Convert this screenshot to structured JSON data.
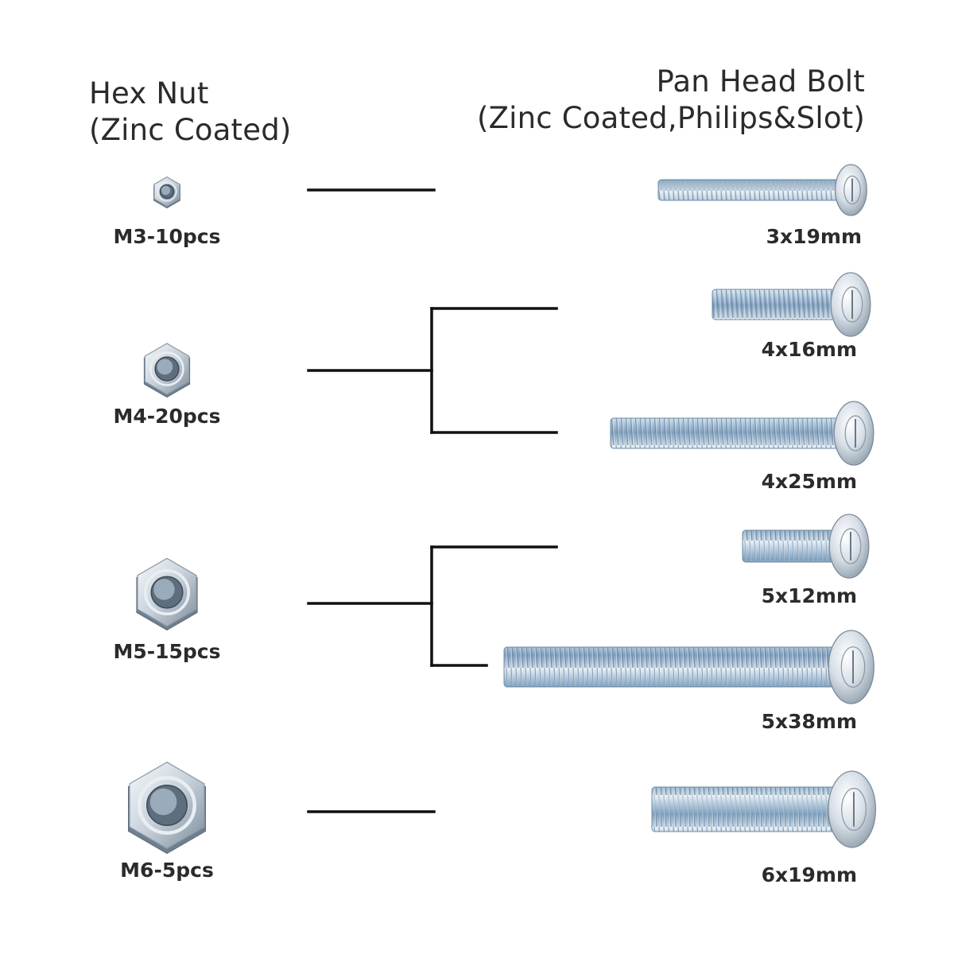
{
  "header": {
    "nut_title_line1": "Hex Nut",
    "nut_title_line2": "(Zinc Coated)",
    "bolt_title_line1": "Pan Head Bolt",
    "bolt_title_line2": "(Zinc Coated,Philips&Slot)"
  },
  "nuts": [
    {
      "label": "M3-10pcs"
    },
    {
      "label": "M4-20pcs"
    },
    {
      "label": "M5-15pcs"
    },
    {
      "label": "M6-5pcs"
    }
  ],
  "bolts": [
    {
      "label": "3x19mm"
    },
    {
      "label": "4x16mm"
    },
    {
      "label": "4x25mm"
    },
    {
      "label": "5x12mm"
    },
    {
      "label": "5x38mm"
    },
    {
      "label": "6x19mm"
    }
  ],
  "colors": {
    "line": "#111111",
    "metal_light": "#f2f5f8",
    "metal_mid": "#b9c6d2",
    "metal_dark": "#6f7f8f",
    "thread_blue": "#8fb0cc"
  }
}
